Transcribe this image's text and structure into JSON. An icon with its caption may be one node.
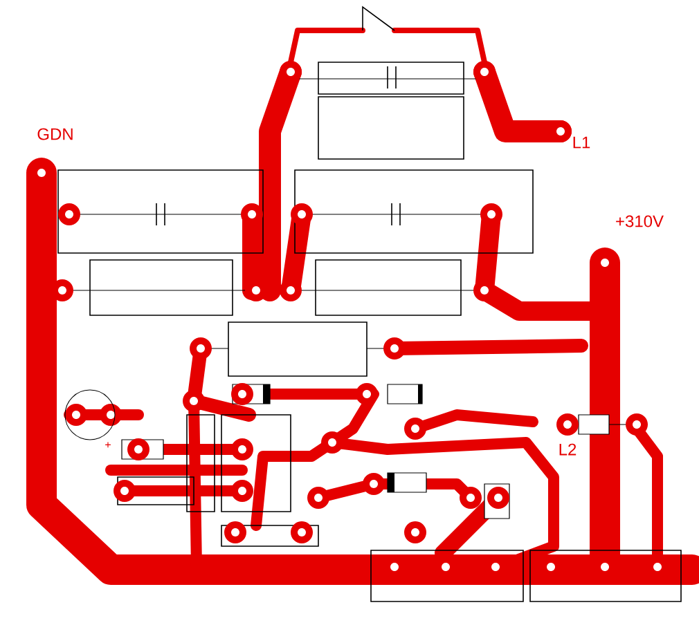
{
  "diagram": {
    "labels": [
      "GDN",
      "L1",
      "+310V",
      "+",
      "L2"
    ]
  }
}
